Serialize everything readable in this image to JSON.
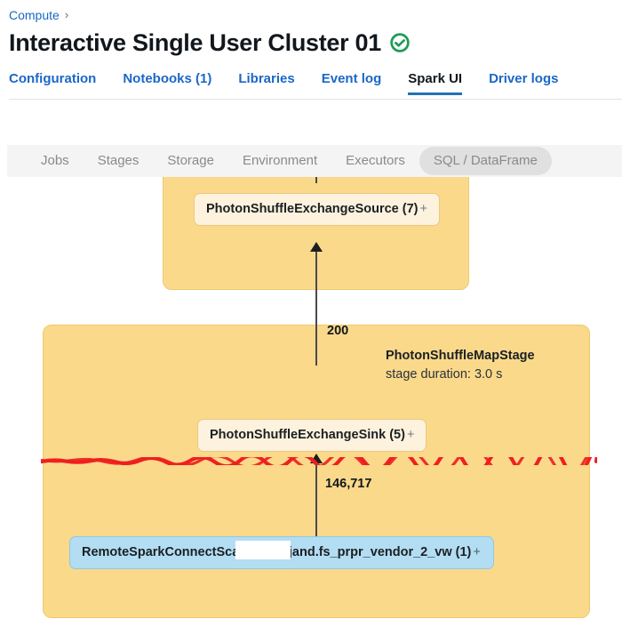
{
  "breadcrumb": {
    "root_label": "Compute",
    "separator": "›"
  },
  "header": {
    "title": "Interactive Single User Cluster 01",
    "status_icon": "check-circle-icon",
    "status_color": "#1f9d55"
  },
  "main_tabs": [
    {
      "label": "Configuration",
      "active": false
    },
    {
      "label": "Notebooks (1)",
      "active": false
    },
    {
      "label": "Libraries",
      "active": false
    },
    {
      "label": "Event log",
      "active": false
    },
    {
      "label": "Spark UI",
      "active": true
    },
    {
      "label": "Driver logs",
      "active": false
    }
  ],
  "spark_subtabs": [
    {
      "label": "Jobs",
      "active": false
    },
    {
      "label": "Stages",
      "active": false
    },
    {
      "label": "Storage",
      "active": false
    },
    {
      "label": "Environment",
      "active": false
    },
    {
      "label": "Executors",
      "active": false
    },
    {
      "label": "SQL / DataFrame",
      "active": true
    }
  ],
  "plan_graph": {
    "stages": [
      {
        "name": "",
        "duration": "",
        "color": "#fad98b"
      },
      {
        "name": "PhotonShuffleMapStage",
        "duration": "stage duration: 3.0 s",
        "color": "#fad98b"
      }
    ],
    "nodes": [
      {
        "label": "PhotonShuffleExchangeSource (7)",
        "expand": "+",
        "color": "#fdf2dd"
      },
      {
        "label": "PhotonShuffleExchangeSink (5)",
        "expand": "+",
        "color": "#fdf2dd"
      },
      {
        "label_prefix": "RemoteSparkConnectScan users.ja",
        "label_suffix": "nd.fs_prpr_vendor_2_vw (1)",
        "expand": "+",
        "color": "#b3ddf2",
        "redacted": true
      }
    ],
    "edge_labels": [
      {
        "value": "200"
      },
      {
        "value": "146,717"
      }
    ],
    "annotation": {
      "type": "red-underline-scribble",
      "color": "#f01f1f"
    }
  }
}
